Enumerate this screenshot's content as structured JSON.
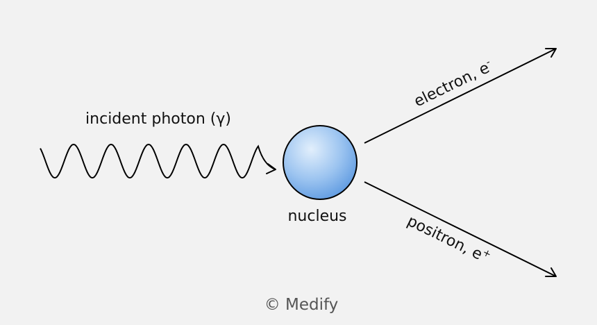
{
  "diagram": {
    "photon_label": "incident photon (γ)",
    "nucleus_label": "nucleus",
    "electron_label": "electron, e",
    "electron_charge": "-",
    "positron_label": "positron, e",
    "positron_charge": "+",
    "watermark": "© Medify"
  },
  "colors": {
    "background": "#f2f2f2",
    "nucleus_light": "#d6e8fb",
    "nucleus_dark": "#5b98e0",
    "outline": "#000000"
  }
}
